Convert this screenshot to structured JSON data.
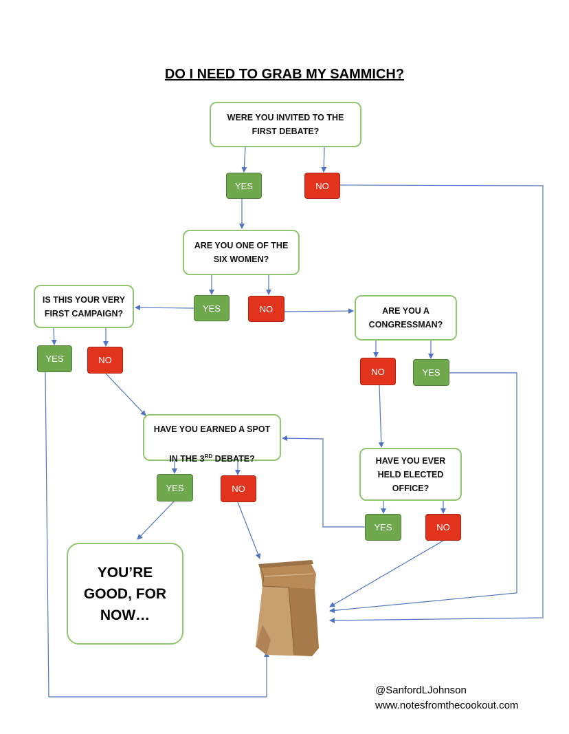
{
  "title": "DO I NEED TO GRAB MY SAMMICH?",
  "questions": {
    "q1": "WERE YOU INVITED TO THE\nFIRST DEBATE?",
    "q2": "ARE YOU ONE OF THE\nSIX WOMEN?",
    "q3": "IS THIS YOUR VERY\nFIRST CAMPAIGN?",
    "q4": "ARE YOU A\nCONGRESSMAN?",
    "q5_line1": "HAVE YOU EARNED A SPOT",
    "q5_line2_pre": "IN THE 3",
    "q5_sup": "RD",
    "q5_line2_post": " DEBATE?",
    "q6": "HAVE YOU EVER\nHELD ELECTED\nOFFICE?"
  },
  "answers": {
    "yes": "YES",
    "no": "NO"
  },
  "outcome": "YOU’RE\nGOOD, FOR\nNOW…",
  "bag_icon": "paper-bag-icon",
  "credits": {
    "handle": "@SanfordLJohnson",
    "website": "www.notesfromthecookout.com"
  },
  "colors": {
    "box_border": "#8fc66f",
    "yes": "#70a84e",
    "no": "#e2331d",
    "arrow": "#4f74c4"
  }
}
